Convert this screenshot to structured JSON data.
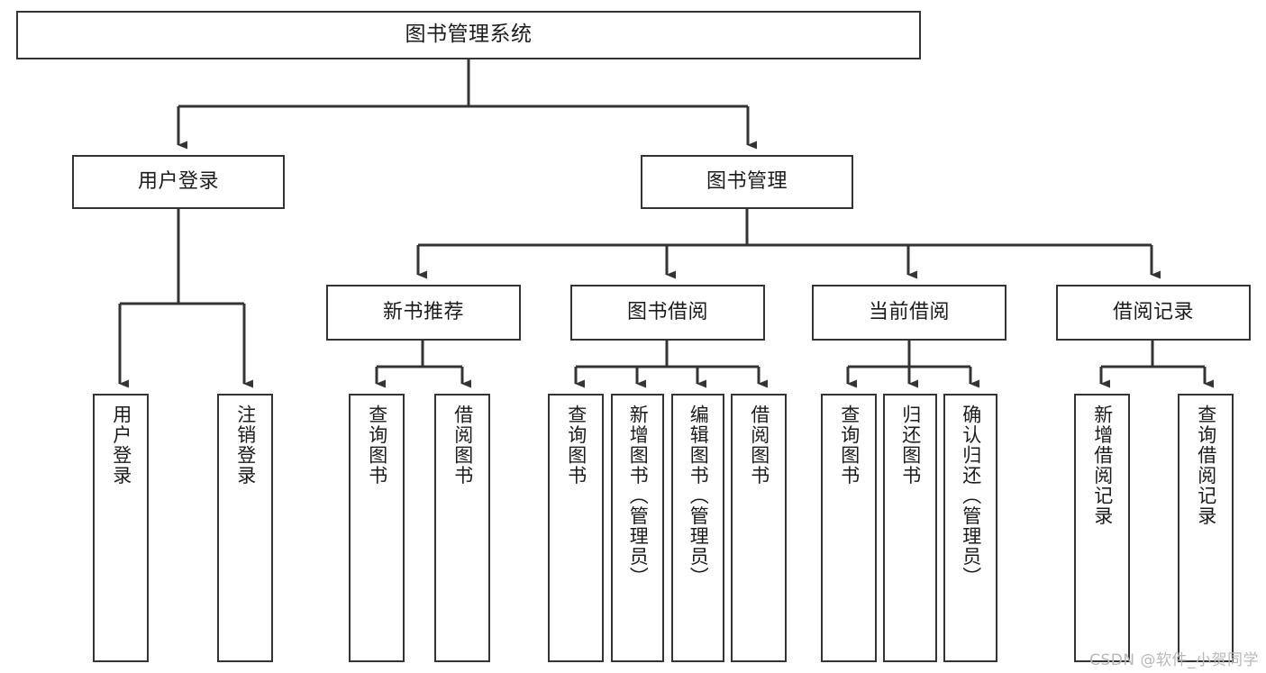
{
  "diagram": {
    "title": "图书管理系统",
    "watermark": "CSDN @软件_小贺同学",
    "stroke_color": "#343434",
    "fill_color": "#ffffff",
    "text_color": "#1b1b1b",
    "root": {
      "label": "图书管理系统"
    },
    "level1": [
      {
        "label": "用户登录"
      },
      {
        "label": "图书管理"
      }
    ],
    "level2": [
      {
        "label": "新书推荐"
      },
      {
        "label": "图书借阅"
      },
      {
        "label": "当前借阅"
      },
      {
        "label": "借阅记录"
      }
    ],
    "leaves": {
      "user_login": [
        {
          "label": "用户登录"
        },
        {
          "label": "注销登录"
        }
      ],
      "new_book": [
        {
          "label": "查询图书"
        },
        {
          "label": "借阅图书"
        }
      ],
      "book_borrow": [
        {
          "label": "查询图书"
        },
        {
          "label": "新增图书（管理员）"
        },
        {
          "label": "编辑图书（管理员）"
        },
        {
          "label": "借阅图书"
        }
      ],
      "current_borrow": [
        {
          "label": "查询图书"
        },
        {
          "label": "归还图书"
        },
        {
          "label": "确认归还（管理员）"
        }
      ],
      "borrow_record": [
        {
          "label": "新增借阅记录"
        },
        {
          "label": "查询借阅记录"
        }
      ]
    }
  }
}
